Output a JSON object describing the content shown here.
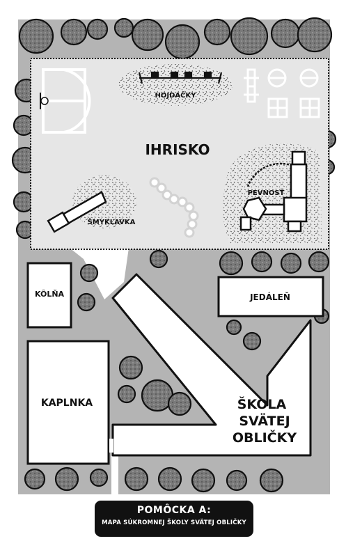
{
  "map": {
    "labels": {
      "playground": "IHRISKO",
      "swings": "HOJDAČKY",
      "fort": "PEVNOSŤ",
      "slide": "ŠMYKĽAVKA",
      "shed": "KÔLŇA",
      "cafeteria": "JEDÁLEŇ",
      "chapel": "KAPLNKA",
      "school_line1": "ŠKOLA",
      "school_line2": "SVÄTEJ",
      "school_line3": "OBLIČKY"
    }
  },
  "caption": {
    "title": "POMÔCKA A:",
    "subtitle": "MAPA SÚKROMNEJ ŠKOLY SVÄTEJ OBLIČKY"
  },
  "colors": {
    "grass": "#b4b4b4",
    "playground": "#e6e6e6",
    "building": "#ffffff",
    "outline": "#111111",
    "tree": "#7a7a7a"
  }
}
